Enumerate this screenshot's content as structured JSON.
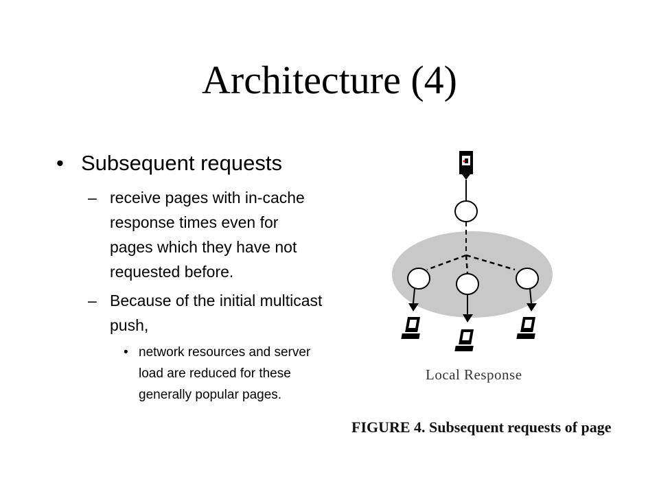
{
  "slide": {
    "title": "Architecture (4)",
    "bullet": "Subsequent requests",
    "sub_bullets": [
      "receive pages with in-cache response times even for pages which they have not requested before.",
      "Because of the initial multicast push,"
    ],
    "sub_sub_bullet": "network resources and server load are reduced for these generally popular pages.",
    "bullet_mark": "•",
    "dash_mark": "–"
  },
  "figure": {
    "label": "Local Response",
    "caption": "FIGURE 4. Subsequent requests of page",
    "colors": {
      "group": "#c8c8c8",
      "stroke": "#000000"
    },
    "icons": [
      "server-icon",
      "client-computer-icon"
    ]
  }
}
